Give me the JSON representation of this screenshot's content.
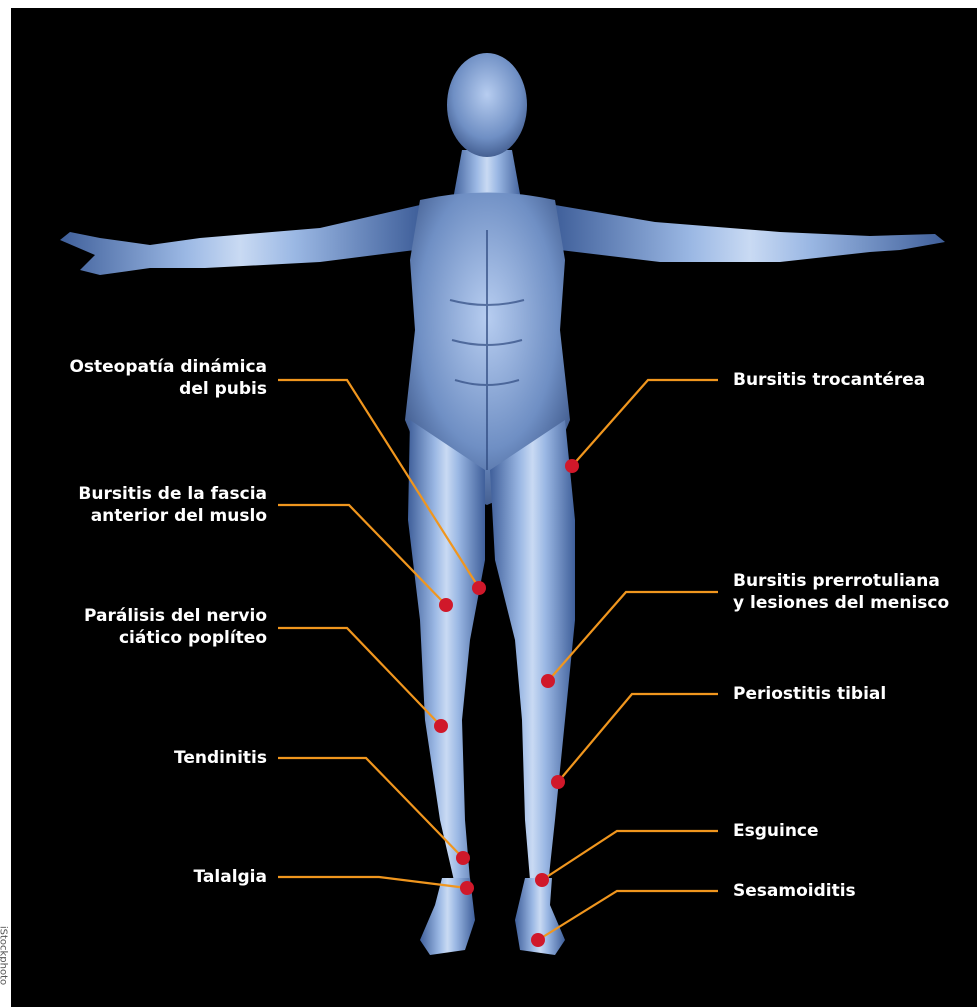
{
  "labels": {
    "osteopatia": [
      "Osteopatía dinámica",
      "del pubis"
    ],
    "bursitis_fascia": [
      "Bursitis de la fascia",
      "anterior del muslo"
    ],
    "paralisis": [
      "Parálisis del nervio",
      "ciático poplíteo"
    ],
    "tendinitis": [
      "Tendinitis"
    ],
    "talalgia": [
      "Talalgia"
    ],
    "bursitis_trocanterea": [
      "Bursitis trocantérea"
    ],
    "bursitis_prerrotuliana": [
      "Bursitis prerrotuliana",
      "y lesiones del menisco"
    ],
    "periostitis": [
      "Periostitis tibial"
    ],
    "esguince": [
      "Esguince"
    ],
    "sesamoiditis": [
      "Sesamoiditis"
    ]
  },
  "credit": "iStockphoto",
  "colors": {
    "background": "#000000",
    "leader_line": "#f0961e",
    "marker": "#d0182a",
    "label_text": "#ffffff",
    "body_skin": "#6f8fc4"
  }
}
